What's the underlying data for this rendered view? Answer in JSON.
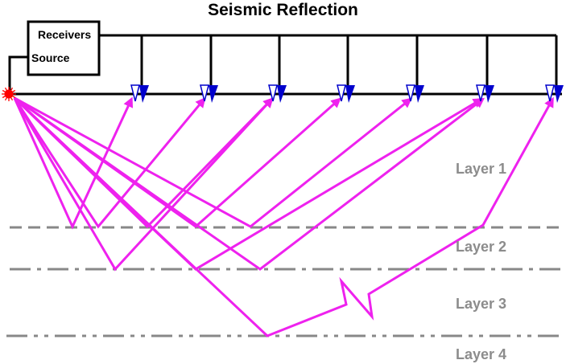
{
  "title": "Seismic Reflection",
  "equipment": {
    "receivers_label": "Receivers",
    "source_label": "Source"
  },
  "layers": [
    {
      "label": "Layer 1"
    },
    {
      "label": "Layer 2"
    },
    {
      "label": "Layer 3"
    },
    {
      "label": "Layer 4"
    }
  ],
  "colors": {
    "ray": "#ee22ee",
    "receiver": "#0000cc",
    "boundary": "#888888",
    "layer_label": "#8c8c8c",
    "source": "#ff0000",
    "cable": "#000000"
  },
  "icons": {
    "source": "starburst-icon",
    "receiver": "triangle-down-icon"
  }
}
